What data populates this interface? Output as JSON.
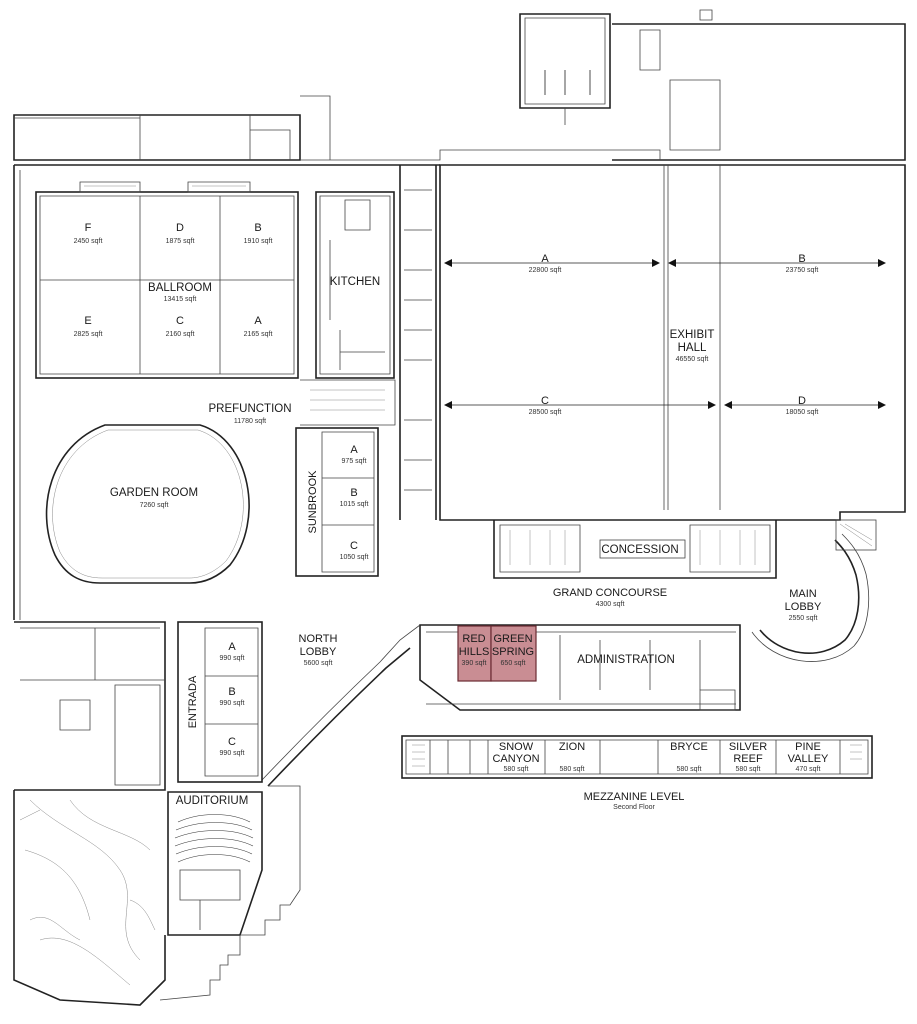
{
  "rooms": {
    "ballroom": {
      "label": "BALLROOM",
      "sqft": "13415 sqft",
      "sections": [
        {
          "id": "F",
          "sqft": "2450 sqft"
        },
        {
          "id": "D",
          "sqft": "1875 sqft"
        },
        {
          "id": "B",
          "sqft": "1910 sqft"
        },
        {
          "id": "E",
          "sqft": "2825 sqft"
        },
        {
          "id": "C",
          "sqft": "2160 sqft"
        },
        {
          "id": "A",
          "sqft": "2165 sqft"
        }
      ]
    },
    "kitchen": {
      "label": "KITCHEN"
    },
    "prefunction": {
      "label": "PREFUNCTION",
      "sqft": "11780 sqft"
    },
    "garden_room": {
      "label": "GARDEN  ROOM",
      "sqft": "7260 sqft"
    },
    "sunbrook": {
      "label": "SUNBROOK",
      "sections": [
        {
          "id": "A",
          "sqft": "975 sqft"
        },
        {
          "id": "B",
          "sqft": "1015 sqft"
        },
        {
          "id": "C",
          "sqft": "1050 sqft"
        }
      ]
    },
    "exhibit_hall": {
      "label_1": "EXHIBIT",
      "label_2": "HALL",
      "sqft": "46550 sqft",
      "sections": [
        {
          "id": "A",
          "sqft": "22800 sqft"
        },
        {
          "id": "B",
          "sqft": "23750 sqft"
        },
        {
          "id": "C",
          "sqft": "28500 sqft"
        },
        {
          "id": "D",
          "sqft": "18050 sqft"
        }
      ]
    },
    "concession": {
      "label": "CONCESSION"
    },
    "grand_concourse": {
      "label": "GRAND CONCOURSE",
      "sqft": "4300 sqft"
    },
    "main_lobby": {
      "label_1": "MAIN",
      "label_2": "LOBBY",
      "sqft": "2550 sqft"
    },
    "north_lobby": {
      "label_1": "NORTH",
      "label_2": "LOBBY",
      "sqft": "5600 sqft"
    },
    "red_hills": {
      "label_1": "RED",
      "label_2": "HILLS",
      "sqft": "390 sqft"
    },
    "green_spring": {
      "label_1": "GREEN",
      "label_2": "SPRING",
      "sqft": "650 sqft"
    },
    "administration": {
      "label": "ADMINISTRATION"
    },
    "entrada": {
      "label": "ENTRADA",
      "sections": [
        {
          "id": "A",
          "sqft": "990 sqft"
        },
        {
          "id": "B",
          "sqft": "990 sqft"
        },
        {
          "id": "C",
          "sqft": "990 sqft"
        }
      ]
    },
    "auditorium": {
      "label": "AUDITORIUM"
    },
    "mezzanine": {
      "title": "MEZZANINE LEVEL",
      "subtitle": "Second Floor",
      "rooms": [
        {
          "label_1": "SNOW",
          "label_2": "CANYON",
          "sqft": "580 sqft"
        },
        {
          "label_1": "ZION",
          "label_2": "",
          "sqft": "580 sqft"
        },
        {
          "label_1": "BRYCE",
          "label_2": "",
          "sqft": "580 sqft"
        },
        {
          "label_1": "SILVER",
          "label_2": "REEF",
          "sqft": "580 sqft"
        },
        {
          "label_1": "PINE",
          "label_2": "VALLEY",
          "sqft": "470 sqft"
        }
      ]
    }
  },
  "colors": {
    "highlight_fill": "#c98d93",
    "highlight_stroke": "#6b2b33",
    "wall": "#222222"
  }
}
